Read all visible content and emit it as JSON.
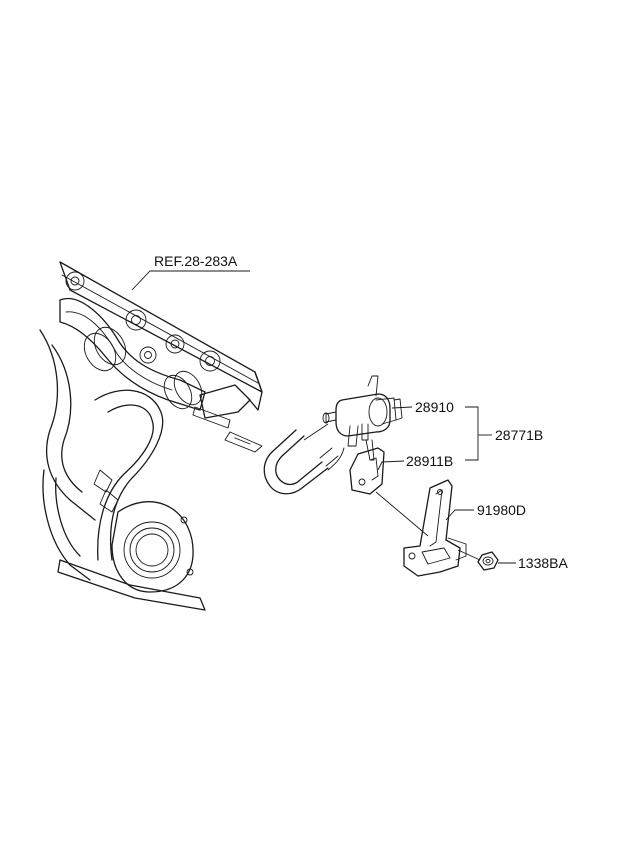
{
  "callouts": {
    "ref": "REF.28-283A",
    "valve": "28910",
    "bracket_small": "28911B",
    "assembly": "28771B",
    "bracket_large": "91980D",
    "nut": "1338BA"
  },
  "colors": {
    "line": "#1a1a1a",
    "background": "#ffffff"
  }
}
